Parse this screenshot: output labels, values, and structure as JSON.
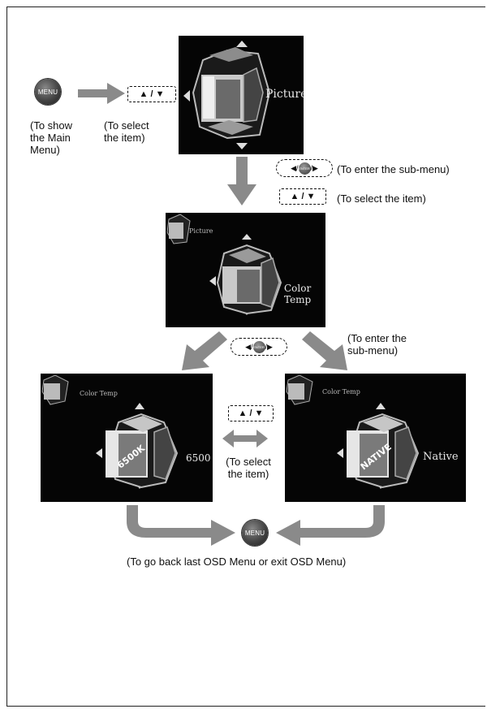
{
  "top": {
    "menu_button_label": "MENU",
    "caption_show": "(To show\nthe Main\nMenu)",
    "caption_select": "(To select\nthe item)",
    "up_down_keys": "▲ / ▼",
    "screen_label": "Picture"
  },
  "middle": {
    "enter_keys_caption": "(To enter the sub-menu)",
    "select_keys_caption": "(To select the item)",
    "up_down_keys": "▲ / ▼",
    "enter_label": "ENTER",
    "small_corner_label": "Picture",
    "screen_label": "Color Temp"
  },
  "lower": {
    "enter_caption": "(To enter the\nsub-menu)",
    "enter_label": "ENTER",
    "select_caption": "(To select\nthe item)",
    "up_down_keys": "▲ / ▼",
    "left_screen": {
      "corner_label": "Color Temp",
      "cube_text": "6500K",
      "side_label": "6500"
    },
    "right_screen": {
      "corner_label": "Color Temp",
      "cube_text": "NATIVE",
      "side_label": "Native"
    }
  },
  "bottom": {
    "menu_button_label": "MENU",
    "caption": "(To go back last OSD Menu or exit OSD Menu)"
  }
}
